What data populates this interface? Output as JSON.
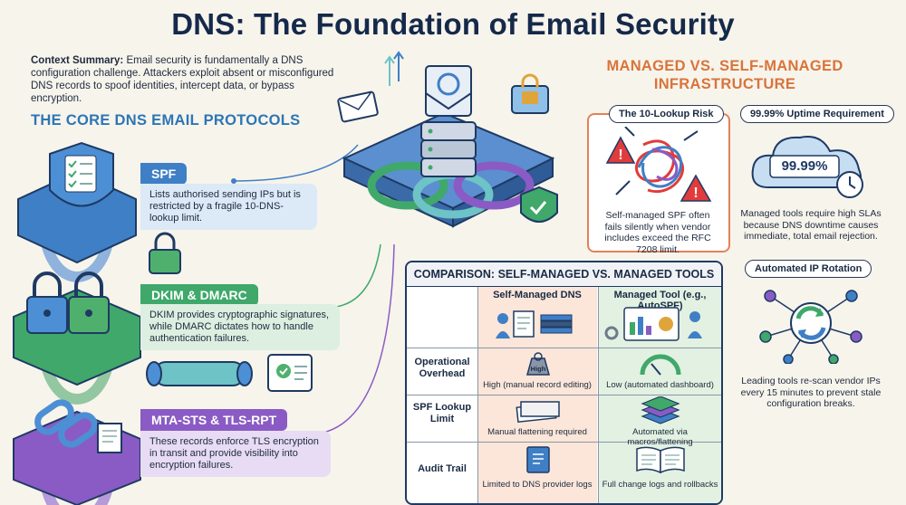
{
  "title": "DNS: The Foundation of Email Security",
  "context": {
    "label": "Context Summary:",
    "text": " Email security is fundamentally a DNS configuration challenge. Attackers exploit absent or misconfigured DNS records to spoof identities, intercept data, or bypass encryption."
  },
  "left_section": {
    "heading": "THE CORE DNS EMAIL PROTOCOLS",
    "protocols": [
      {
        "name": "SPF",
        "desc": "Lists authorised sending IPs but is restricted by a fragile 10-DNS-lookup limit.",
        "color": "#3f7fc6"
      },
      {
        "name": "DKIM & DMARC",
        "desc": "DKIM provides cryptographic signatures, while DMARC dictates how to handle authentication failures.",
        "color": "#3fa86a"
      },
      {
        "name": "MTA-STS & TLS-RPT",
        "desc": "These records enforce TLS encryption in transit and provide visibility into encryption failures.",
        "color": "#8a5bc4"
      }
    ]
  },
  "right_section": {
    "heading_line1": "MANAGED VS. SELF-MANAGED",
    "heading_line2": "INFRASTRUCTURE",
    "cards": {
      "lookup_risk": {
        "title": "The 10-Lookup Risk",
        "text": "Self-managed SPF often fails silently when vendor includes exceed the RFC 7208 limit."
      },
      "uptime": {
        "title": "99.99% Uptime Requirement",
        "badge": "99.99%",
        "text": "Managed tools require high SLAs because DNS downtime causes immediate, total email rejection."
      },
      "rotation": {
        "title": "Automated IP Rotation",
        "text": "Leading tools re-scan vendor IPs every 15 minutes to prevent stale configuration breaks."
      }
    }
  },
  "comparison": {
    "title": "COMPARISON: SELF-MANAGED VS. MANAGED TOOLS",
    "col_self": "Self-Managed DNS",
    "col_managed": "Managed Tool (e.g., AutoSPF)",
    "rows": [
      {
        "label": "Operational Overhead",
        "badge": "High",
        "self": "High (manual record editing)",
        "managed": "Low (automated dashboard)"
      },
      {
        "label": "SPF Lookup Limit",
        "self": "Manual flattening required",
        "managed": "Automated via macros/flattening"
      },
      {
        "label": "Audit Trail",
        "self": "Limited to DNS provider logs",
        "managed": "Full change logs and rollbacks"
      }
    ]
  },
  "colors": {
    "navy": "#15294a",
    "blue": "#3f7fc6",
    "green": "#3fa86a",
    "purple": "#8a5bc4",
    "orange": "#e4805a",
    "red": "#e23b3b"
  }
}
